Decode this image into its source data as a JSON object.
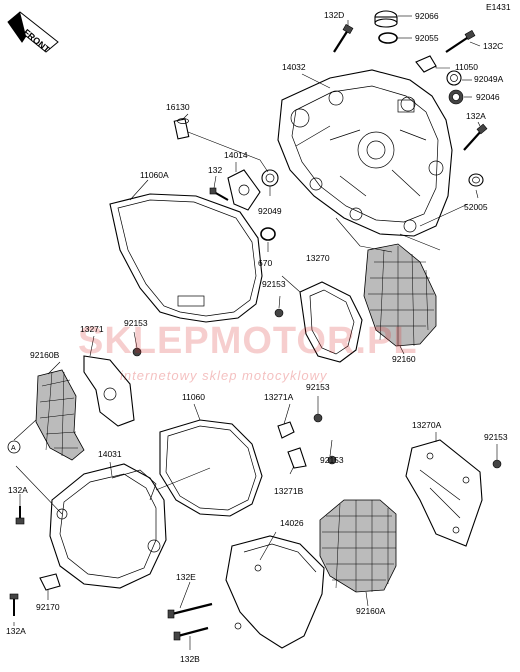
{
  "diagram_code": "E1431",
  "front_label": "FRONT",
  "watermark": {
    "brand": "SKLEPMOTOR.PL",
    "tagline": "internetowy sklep motocyklowy",
    "brand_color": "#d61e1e"
  },
  "callout_marker": "A",
  "part_labels": [
    {
      "id": "132D",
      "text": "132D"
    },
    {
      "id": "92066",
      "text": "92066"
    },
    {
      "id": "92055",
      "text": "92055"
    },
    {
      "id": "132C",
      "text": "132C"
    },
    {
      "id": "14032",
      "text": "14032"
    },
    {
      "id": "11050",
      "text": "11050"
    },
    {
      "id": "92049A",
      "text": "92049A"
    },
    {
      "id": "92046",
      "text": "92046"
    },
    {
      "id": "16130",
      "text": "16130"
    },
    {
      "id": "132A_top",
      "text": "132A"
    },
    {
      "id": "11060A",
      "text": "11060A"
    },
    {
      "id": "14014",
      "text": "14014"
    },
    {
      "id": "132",
      "text": "132"
    },
    {
      "id": "92049",
      "text": "92049"
    },
    {
      "id": "52005",
      "text": "52005"
    },
    {
      "id": "670",
      "text": "670"
    },
    {
      "id": "13270",
      "text": "13270"
    },
    {
      "id": "92153_mid",
      "text": "92153"
    },
    {
      "id": "13271",
      "text": "13271"
    },
    {
      "id": "92153_left",
      "text": "92153"
    },
    {
      "id": "92160",
      "text": "92160"
    },
    {
      "id": "92160B",
      "text": "92160B"
    },
    {
      "id": "11060",
      "text": "11060"
    },
    {
      "id": "92153_c1",
      "text": "92153"
    },
    {
      "id": "13271A",
      "text": "13271A"
    },
    {
      "id": "14031",
      "text": "14031"
    },
    {
      "id": "13270A",
      "text": "13270A"
    },
    {
      "id": "92153_c2",
      "text": "92153"
    },
    {
      "id": "92153_right",
      "text": "92153"
    },
    {
      "id": "13271B",
      "text": "13271B"
    },
    {
      "id": "132A_left",
      "text": "132A"
    },
    {
      "id": "14026",
      "text": "14026"
    },
    {
      "id": "132E",
      "text": "132E"
    },
    {
      "id": "92170",
      "text": "92170"
    },
    {
      "id": "92160A",
      "text": "92160A"
    },
    {
      "id": "132A_bottom",
      "text": "132A"
    },
    {
      "id": "132B",
      "text": "132B"
    }
  ]
}
